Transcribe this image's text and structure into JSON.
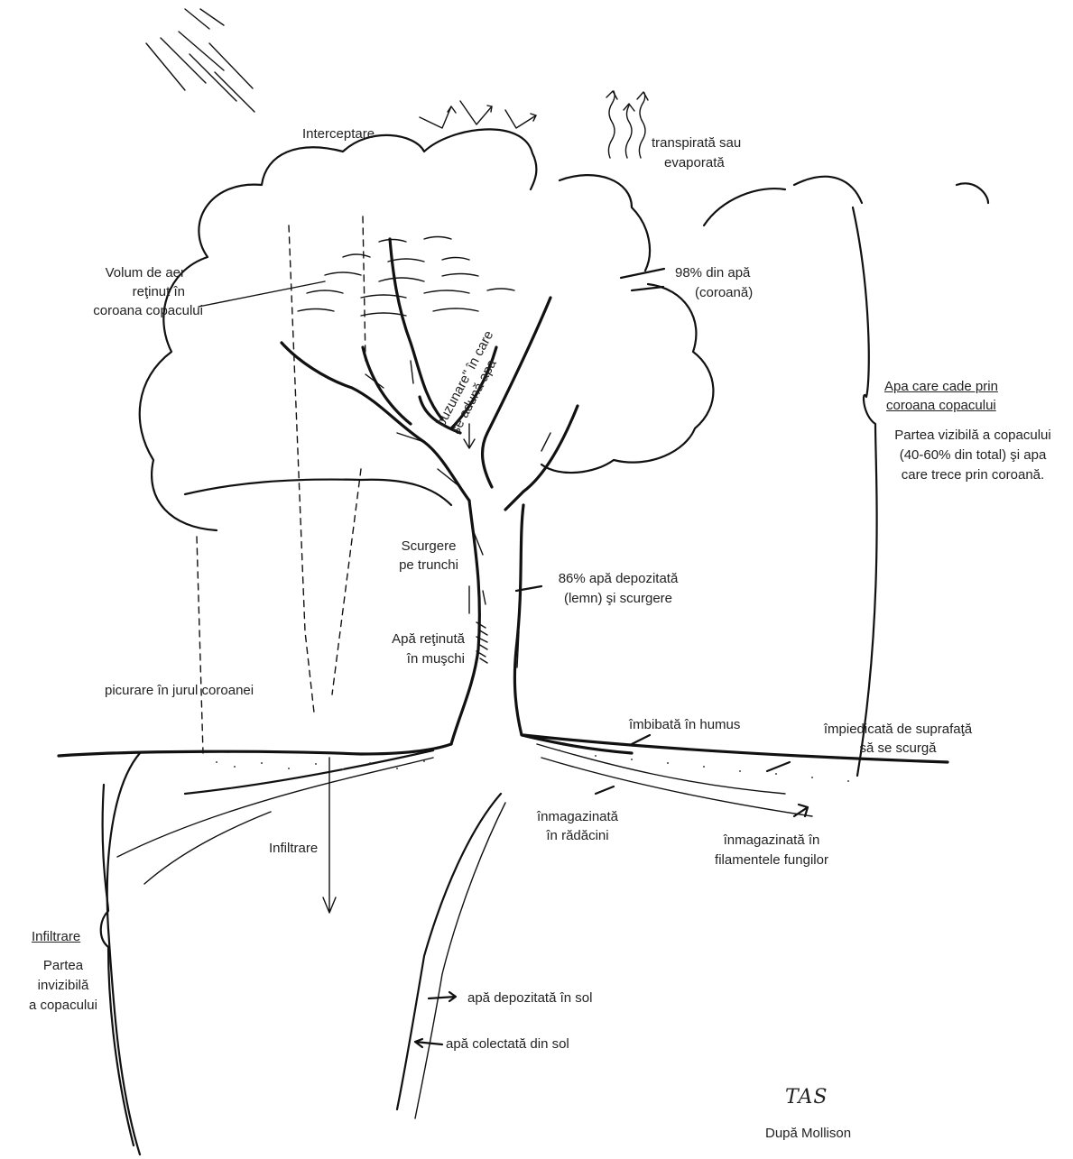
{
  "labels": {
    "interceptare": "Interceptare",
    "transpirata_1": "transpirată sau",
    "transpirata_2": "evaporată",
    "volum_1": "Volum de aer",
    "volum_2": "reţinut în",
    "volum_3": "coroana copacului",
    "procent98_1": "98% din apă",
    "procent98_2": "(coroană)",
    "buzunare_1": "buzunare\" în care",
    "buzunare_2": "se adună apa",
    "apa_cade_1": "Apa care cade prin",
    "apa_cade_2": "coroana copacului",
    "vizibila_1": "Partea vizibilă a copacului",
    "vizibila_2": "(40-60% din total) şi apa",
    "vizibila_3": "care trece prin coroană.",
    "scurgere_1": "Scurgere",
    "scurgere_2": "pe trunchi",
    "procent86_1": "86% apă depozitată",
    "procent86_2": "(lemn) şi scurgere",
    "retinuta_1": "Apă reţinută",
    "retinuta_2": "în muşchi",
    "picurare": "picurare în jurul coroanei",
    "imbibata": "îmbibată în humus",
    "impiedicata_1": "împiedicată de suprafaţă",
    "impiedicata_2": "să se scurgă",
    "radacini_1": "înmagazinată",
    "radacini_2": "în rădăcini",
    "fungi_1": "înmagazinată în",
    "fungi_2": "filamentele fungilor",
    "infiltrare_centru": "Infiltrare",
    "infiltrare_titlu": "Infiltrare",
    "invizibila_1": "Partea",
    "invizibila_2": "invizibilă",
    "invizibila_3": "a copacului",
    "depozitata_sol": "apă depozitată în sol",
    "colectata_sol": "apă colectată din sol",
    "semnatura": "TAS",
    "dupa": "După Mollison"
  }
}
